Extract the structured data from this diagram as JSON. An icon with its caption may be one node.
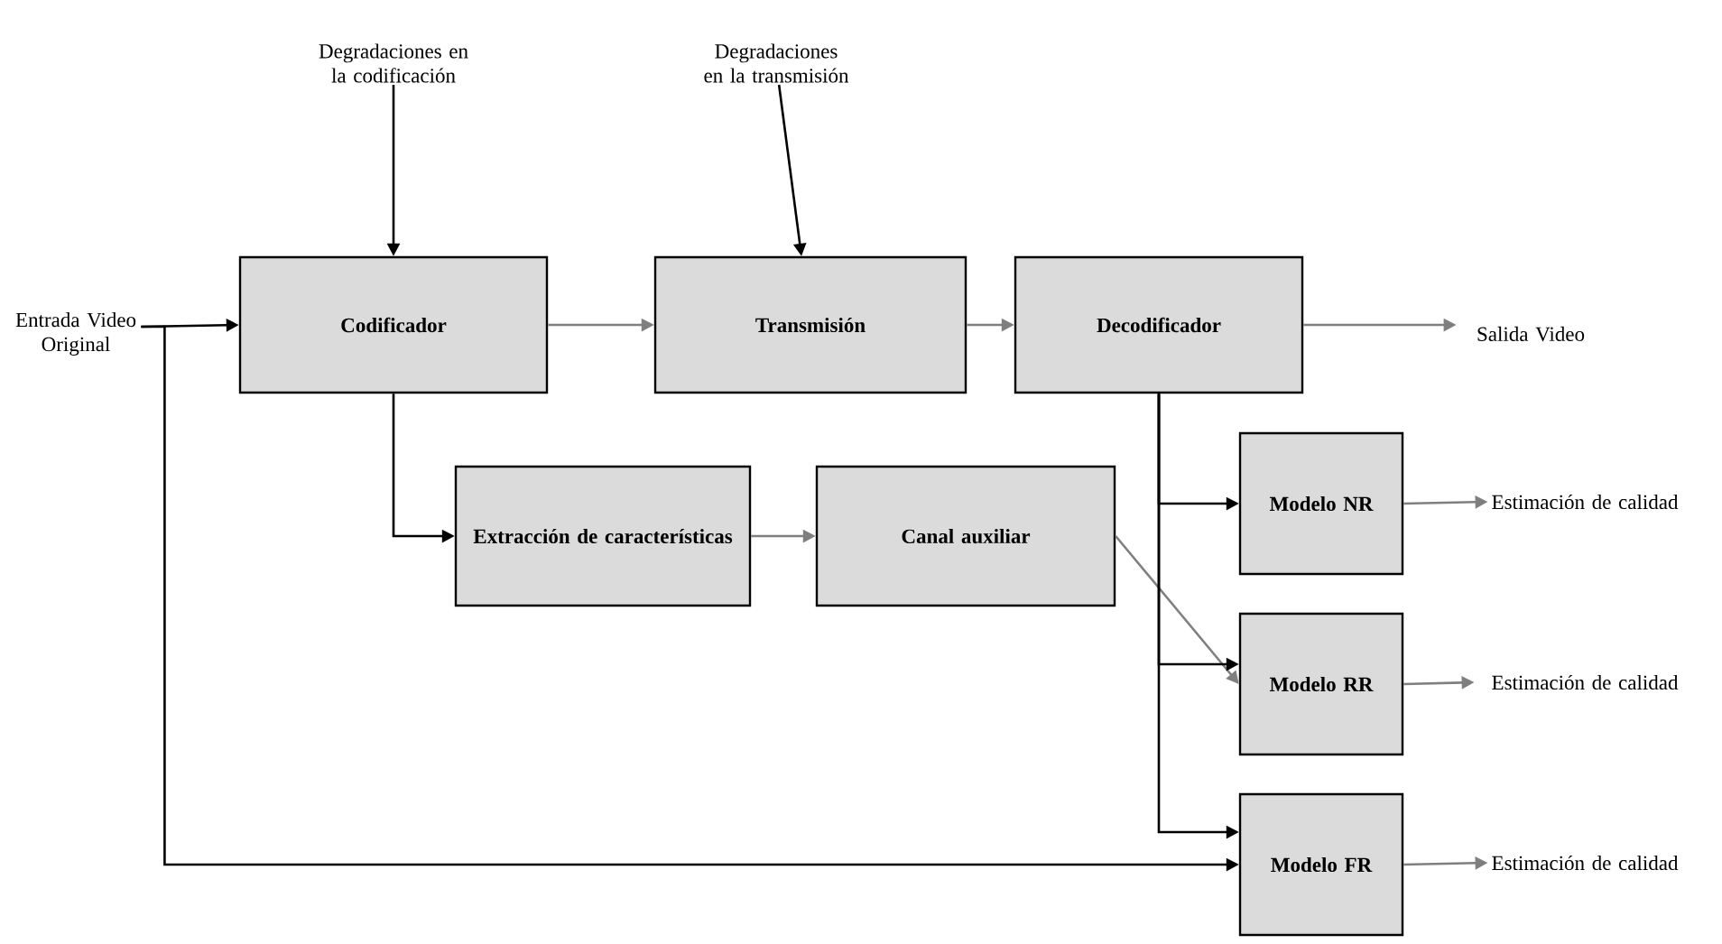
{
  "diagram": {
    "nodes": [
      {
        "text": [
          "Degradaciones en la codificación"
        ]
      },
      {
        "text": [
          "Degradaciones en la transmisión"
        ]
      },
      {
        "text": [
          "Entrada Video Original"
        ]
      },
      {
        "text": [
          "Codificador"
        ]
      },
      {
        "text": [
          "Transmisión"
        ]
      },
      {
        "text": [
          "Decodificador"
        ]
      },
      {
        "text": [
          "Salida Video"
        ]
      },
      {
        "text": [
          "Extracción de características"
        ]
      },
      {
        "text": [
          "Canal auxiliar"
        ]
      },
      {
        "text": [
          "Modelo NR"
        ]
      },
      {
        "text": [
          "Estimación de calidad"
        ]
      },
      {
        "text": [
          "Modelo RR"
        ]
      },
      {
        "text": [
          "Estimación de calidad"
        ]
      },
      {
        "text": [
          "Modelo FR"
        ]
      },
      {
        "text": [
          "Estimación de calidad"
        ]
      }
    ],
    "edges": [
      {
        "from": 0,
        "to": 3,
        "arrow": "to"
      },
      {
        "from": 1,
        "to": 4,
        "arrow": "to"
      },
      {
        "from": 2,
        "to": 3,
        "arrow": "to"
      },
      {
        "from": 3,
        "to": 4,
        "arrow": "to",
        "color": "#7f7f7f"
      },
      {
        "from": 4,
        "to": 5,
        "arrow": "to",
        "color": "#7f7f7f"
      },
      {
        "from": 5,
        "to": 6,
        "arrow": "to",
        "color": "#7f7f7f"
      },
      {
        "from": 3,
        "to": 7,
        "arrow": "to"
      },
      {
        "from": 7,
        "to": 8,
        "arrow": "to",
        "color": "#7f7f7f"
      },
      {
        "from": 8,
        "to": 11,
        "arrow": "to",
        "color": "#7f7f7f"
      },
      {
        "from": 5,
        "to": 9,
        "arrow": "to"
      },
      {
        "from": 5,
        "to": 11,
        "arrow": "to"
      },
      {
        "from": 5,
        "to": 13,
        "arrow": "to"
      },
      {
        "from": 2,
        "to": 13,
        "arrow": "to"
      },
      {
        "from": 9,
        "to": 10,
        "arrow": "to",
        "color": "#7f7f7f"
      },
      {
        "from": 11,
        "to": 12,
        "arrow": "to",
        "color": "#7f7f7f"
      },
      {
        "from": 13,
        "to": 14,
        "arrow": "to",
        "color": "#7f7f7f"
      }
    ]
  }
}
